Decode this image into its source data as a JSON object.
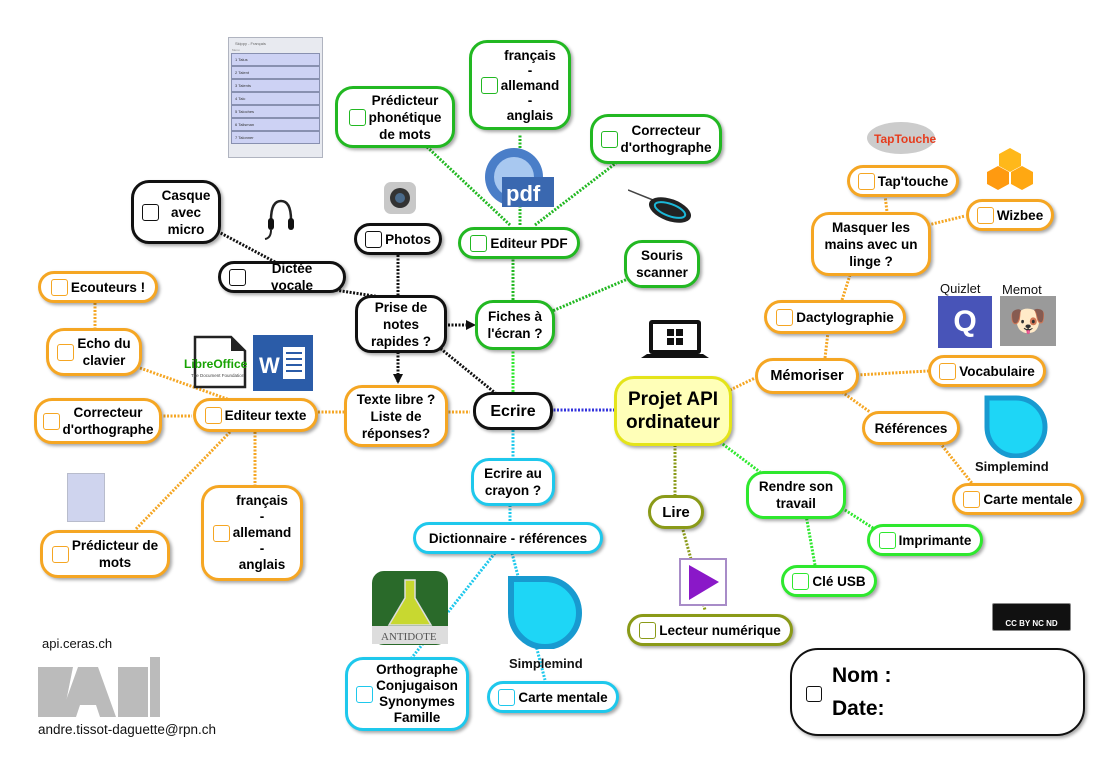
{
  "title": "Projet API ordinateur",
  "colors": {
    "ecrire_branch": "#111111",
    "fiches_branch": "#22b822",
    "memoriser_branch": "#f5a623",
    "dictionnaire_branch": "#1ec8ec",
    "lire_branch": "#8a9a18",
    "rendre_branch": "#2ee82e",
    "center_fill": "#ffffb8",
    "center_border": "#e4e41a",
    "ecrire_link": "#3333dd"
  },
  "nodes": {
    "center": "Projet API\nordinateur",
    "ecrire": "Ecrire",
    "prise_notes": "Prise de\nnotes\nrapides ?",
    "photos": "Photos",
    "dictee": "Dictée vocale",
    "casque": "Casque\navec\nmicro",
    "fiches": "Fiches à\nl'écran ?",
    "editeur_pdf": "Editeur PDF",
    "predicteur_phon": "Prédicteur\nphonétique\nde mots",
    "langues_pdf": "français\n-\nallemand\n-\nanglais",
    "correcteur_pdf": "Correcteur\nd'orthographe",
    "souris": "Souris\nscanner",
    "texte_libre": "Texte libre ?\nListe de\nréponses?",
    "editeur_texte": "Editeur texte",
    "ecouteurs": "Ecouteurs !",
    "echo": "Echo du\nclavier",
    "correcteur_txt": "Correcteur\nd'orthographe",
    "predicteur_mots": "Prédicteur de\nmots",
    "langues_txt": "français\n-\nallemand\n-\nanglais",
    "ecrire_crayon": "Ecrire au\ncrayon ?",
    "dictionnaire": "Dictionnaire - références",
    "orthographe": "Orthographe\nConjugaison\nSynonymes\nFamille",
    "carte_mentale_bottom": "Carte mentale",
    "memoriser": "Mémoriser",
    "dactylo": "Dactylographie",
    "masquer": "Masquer les\nmains avec un\nlinge ?",
    "taptouche": "Tap'touche",
    "wizbee": "Wizbee",
    "vocabulaire": "Vocabulaire",
    "references": "Références",
    "carte_mentale_right": "Carte mentale",
    "lire": "Lire",
    "lecteur": "Lecteur numérique",
    "rendre": "Rendre son\ntravail",
    "imprimante": "Imprimante",
    "cle_usb": "Clé USB"
  },
  "labels": {
    "quizlet": "Quizlet",
    "memot": "Memot",
    "simplemind_right": "Simplemind",
    "simplemind_bottom": "Simplemind",
    "libreoffice": "LibreOffice",
    "libreoffice_sub": "The Document Foundation",
    "pdf": "pdf",
    "antidote": "ANTIDOTE",
    "taptouche_logo": "TapTouche",
    "api_logo": "APi",
    "website": "api.ceras.ch",
    "email": "andre.tissot-daguette@rpn.ch",
    "license": "CC BY NC ND"
  },
  "name_box": {
    "nom": "Nom :",
    "date": "Date:"
  },
  "predictor_window": {
    "title": "Skippy - Français",
    "menu": "Menu",
    "items": [
      "1 Talus",
      "2 Talent",
      "3 Talents",
      "4 Talc",
      "5 Taloches",
      "6 Talisman",
      "7 Talonner"
    ]
  }
}
